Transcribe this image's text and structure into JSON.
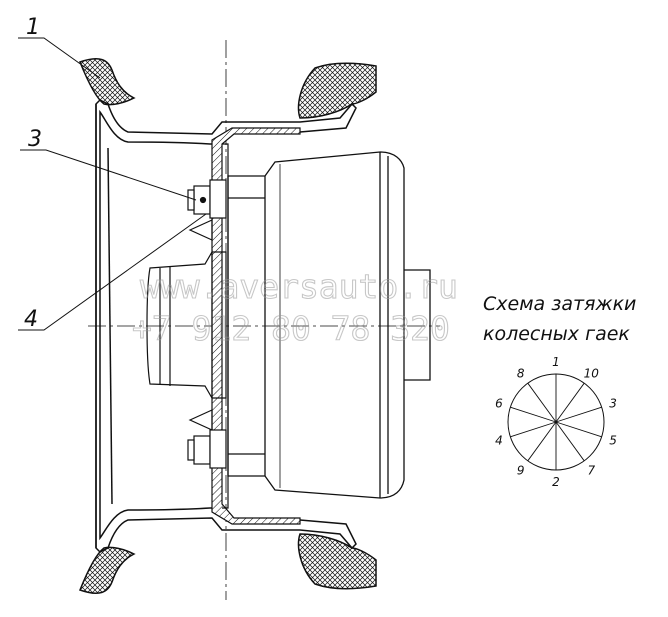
{
  "callouts": [
    "1",
    "3",
    "4"
  ],
  "scheme": {
    "title_line1": "Схема затяжки",
    "title_line2": "колесных гаек",
    "sequence": [
      "1",
      "10",
      "3",
      "5",
      "7",
      "2",
      "9",
      "4",
      "6",
      "8"
    ]
  },
  "watermark": {
    "line1": "www.aversauto.ru",
    "line2": "+7 912 80 78 320"
  }
}
